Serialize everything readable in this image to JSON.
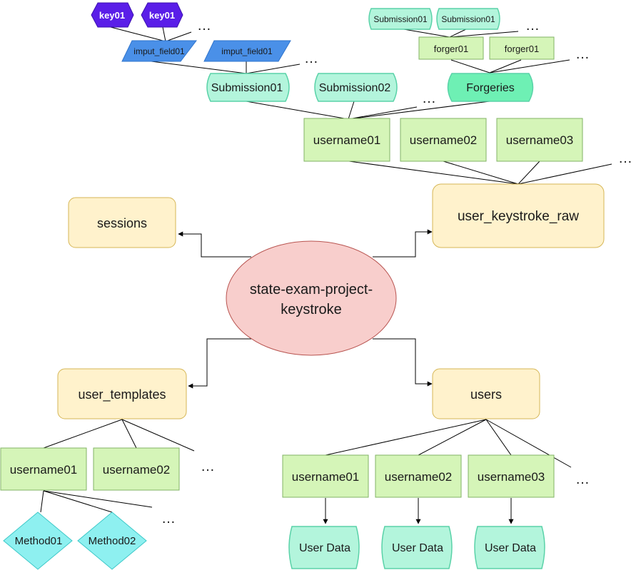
{
  "root": {
    "label": [
      "state-exam-project-",
      "keystroke"
    ]
  },
  "collections": {
    "sessions": "sessions",
    "user_keystroke_raw": "user_keystroke_raw",
    "user_templates": "user_templates",
    "users": "users"
  },
  "keystroke_raw": {
    "users": [
      "username01",
      "username02",
      "username03"
    ],
    "submissions": [
      "Submission01",
      "Submission02"
    ],
    "forgeries": "Forgeries",
    "input_fields": [
      "imput_field01",
      "imput_field01"
    ],
    "keys": [
      "key01",
      "key01"
    ],
    "forgery_submissions": [
      "Submission01",
      "Submission01"
    ],
    "forgers": [
      "forger01",
      "forger01"
    ]
  },
  "templates": {
    "users": [
      "username01",
      "username02"
    ],
    "methods": [
      "Method01",
      "Method02"
    ]
  },
  "users_tree": {
    "users": [
      "username01",
      "username02",
      "username03"
    ],
    "data": [
      "User Data",
      "User Data",
      "User Data"
    ]
  },
  "ellipsis": "…",
  "colors": {
    "root_fill": "#f8cecc",
    "root_stroke": "#b85450",
    "collection_fill": "#fff2cc",
    "collection_stroke": "#d6b656",
    "user_fill": "#d5f5b8",
    "user_stroke": "#82b366",
    "doc_fill": "#b3f5dc",
    "doc_stroke": "#5ad2a8",
    "forgeries_fill": "#6ef0b4",
    "input_fill": "#4a90e8",
    "key_fill": "#5a1ee8",
    "method_fill": "#8ef0f0",
    "method_stroke": "#3cc8c8"
  }
}
